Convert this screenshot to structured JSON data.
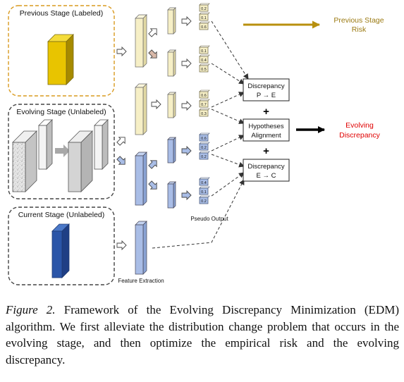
{
  "diagram": {
    "stage_previous": "Previous Stage (Labeled)",
    "stage_evolving": "Evolving Stage (Unlabeled)",
    "stage_current": "Current Stage (Unlabeled)",
    "previous_stage_risk_line1": "Previous Stage",
    "previous_stage_risk_line2": "Risk",
    "discrepancy_pe_line1": "Discrepancy",
    "discrepancy_pe_line2": "P → E",
    "hypotheses_alignment_line1": "Hypotheses",
    "hypotheses_alignment_line2": "Alignment",
    "discrepancy_ec_line1": "Discrepancy",
    "discrepancy_ec_line2": "E → C",
    "plus_sign": "+",
    "evolving_discrepancy_line1": "Evolving",
    "evolving_discrepancy_line2": "Discrepancy",
    "pseudo_output": "Pseudo Output",
    "feature_extraction": "Feature Extraction",
    "outputs": {
      "yellow_upper": [
        "0.2",
        "0.1",
        "0.6"
      ],
      "yellow_lower": [
        "0.1",
        "0.4",
        "0.5"
      ],
      "yellow_mid": [
        "0.6",
        "0.7",
        "0.3"
      ],
      "blue_upper": [
        "0.6",
        "0.2",
        "0.2"
      ],
      "blue_lower": [
        "0.4",
        "0.1",
        "0.2"
      ]
    }
  },
  "colors": {
    "previous_stage": "#e8c400",
    "evolving_stage": "#c8c8c8",
    "current_stage": "#2a55a8",
    "yellow_feature": "#f6efc6",
    "blue_feature": "#a9bde6",
    "evolving_discrepancy": "#e00000",
    "risk_label": "#9b7a12",
    "risk_arrow": "#b8900e"
  },
  "caption": {
    "label": "Figure 2.",
    "text": " Framework of the Evolving Discrepancy Minimization (EDM) algorithm. We first alleviate the distribution change problem that occurs in the evolving stage, and then optimize the empirical risk and the evolving discrepancy."
  }
}
